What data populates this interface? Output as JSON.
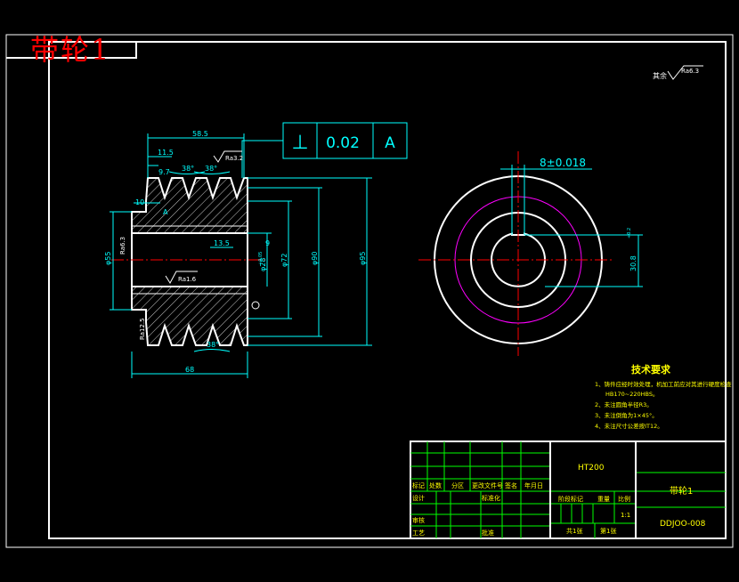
{
  "overlay_title": "带轮1",
  "roughness_note": "其余",
  "roughness_others": "Ra6.3",
  "tolerance_frame": {
    "symbol": "⊥",
    "value": "0.02",
    "datum": "A"
  },
  "dims_left": {
    "d_58_5": "58.5",
    "d_11_5": "11.5",
    "d_9_7": "9.7",
    "ang1": "38°",
    "ang2": "38°",
    "ang3": "38°",
    "ra_top": "Ra3.2",
    "d_10": "10",
    "d_13_5": "13.5",
    "d_9": "9",
    "ra_bore": "Ra1.6",
    "ra_left": "Ra6.3",
    "ra_bottom": "Ra12.5",
    "d_55": "φ55",
    "d_28": "φ28",
    "d_72": "φ72",
    "d_90": "φ90",
    "d_95": "φ95",
    "d_68": "68",
    "datum_label": "A",
    "tol_small": "+0.05"
  },
  "dims_right": {
    "keyway_width": "8±0.018",
    "keyway_depth": "30.8",
    "depth_tol": "+0.2"
  },
  "tech_req": {
    "title": "技术要求",
    "items": [
      "1、铸件应经时效处理，机加工前应对其进行硬度检查",
      "HB170~220HBS。",
      "2、未注圆角半径R3。",
      "3、未注倒角为1×45°。",
      "4、未注尺寸公差按IT12。"
    ]
  },
  "title_block": {
    "material": "HT200",
    "part_name": "带轮1",
    "drawing_no": "DDJOO-008",
    "scale": "1:1",
    "headers": [
      "标记",
      "处数",
      "分区",
      "更改文件号",
      "签名",
      "年月日"
    ],
    "row_labels": [
      "设计",
      "标准化",
      "审核",
      "工艺",
      "批准"
    ],
    "stage_label": "阶段标记",
    "weight_label": "重量",
    "scale_label": "比例",
    "sheet_total": "共1张",
    "sheet_no": "第1张"
  },
  "colors": {
    "outline": "#ffffff",
    "dimension": "#00ffff",
    "center_line": "#ff0000",
    "hidden_circle": "#ff00ff",
    "title_block": "#00ff00",
    "notes": "#ffff00"
  }
}
